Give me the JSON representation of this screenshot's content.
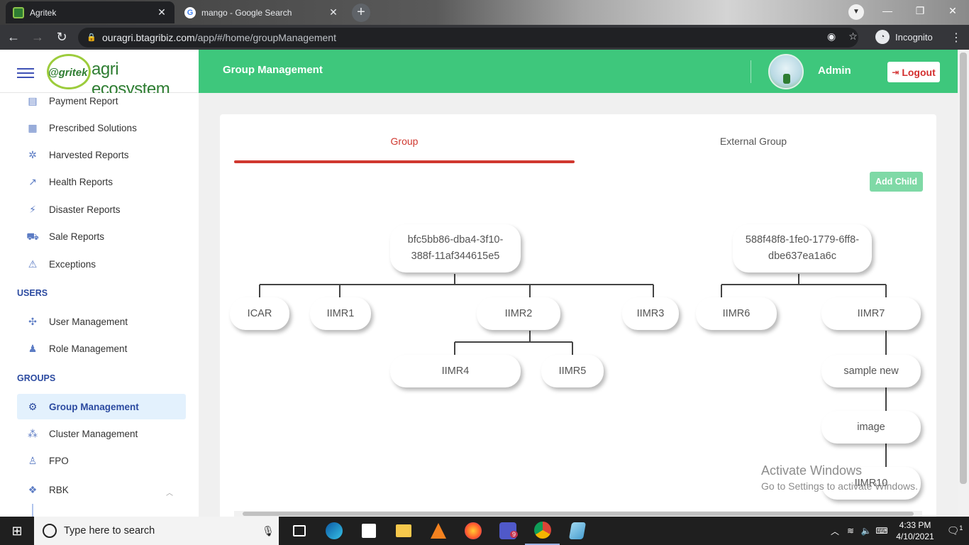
{
  "browser": {
    "tabs": [
      {
        "title": "Agritek",
        "favicon": "agritek-favicon"
      },
      {
        "title": "mango - Google Search",
        "favicon": "google-favicon"
      }
    ],
    "new_tab": "+",
    "close_glyph": "✕",
    "address": {
      "host": "ouragri.btagribiz.com",
      "path": "/app/#/home/groupManagement"
    },
    "incognito_label": "Incognito"
  },
  "app": {
    "logo": {
      "brand": "@gritek",
      "name": "agri ecosystem"
    },
    "page_title": "Group Management",
    "user_name": "Admin",
    "logout_label": "Logout",
    "sidebar": {
      "items_top": [
        {
          "label": "Payment Report",
          "icon": "payment-report-icon"
        },
        {
          "label": "Prescribed Solutions",
          "icon": "prescribed-solutions-icon"
        },
        {
          "label": "Harvested Reports",
          "icon": "harvested-reports-icon"
        },
        {
          "label": "Health Reports",
          "icon": "health-reports-icon"
        },
        {
          "label": "Disaster Reports",
          "icon": "disaster-reports-icon"
        },
        {
          "label": "Sale Reports",
          "icon": "sale-reports-icon"
        },
        {
          "label": "Exceptions",
          "icon": "exceptions-icon"
        }
      ],
      "section_users": "USERS",
      "items_users": [
        {
          "label": "User Management",
          "icon": "user-management-icon"
        },
        {
          "label": "Role Management",
          "icon": "role-management-icon"
        }
      ],
      "section_groups": "GROUPS",
      "items_groups": [
        {
          "label": "Group Management",
          "icon": "group-management-icon",
          "active": true
        },
        {
          "label": "Cluster Management",
          "icon": "cluster-management-icon"
        },
        {
          "label": "FPO",
          "icon": "fpo-icon"
        },
        {
          "label": "RBK",
          "icon": "rbk-icon"
        }
      ]
    },
    "tabs": {
      "group": "Group",
      "external": "External Group"
    },
    "add_child_label": "Add Child",
    "tree": {
      "root1": "bfc5bb86-dba4-3f10-388f-11af344615e5",
      "root2": "588f48f8-1fe0-1779-6ff8-dbe637ea1a6c",
      "icar": "ICAR",
      "iimr1": "IIMR1",
      "iimr2": "IIMR2",
      "iimr3": "IIMR3",
      "iimr4": "IIMR4",
      "iimr5": "IIMR5",
      "iimr6": "IIMR6",
      "iimr7": "IIMR7",
      "sample_new": "sample new",
      "image": "image",
      "iimr10": "IIMR10"
    },
    "watermark": {
      "title": "Activate Windows",
      "subtitle": "Go to Settings to activate Windows."
    }
  },
  "taskbar": {
    "search_placeholder": "Type here to search",
    "time": "4:33 PM",
    "date": "4/10/2021",
    "teams_badge": "9",
    "notification_count": "1"
  }
}
